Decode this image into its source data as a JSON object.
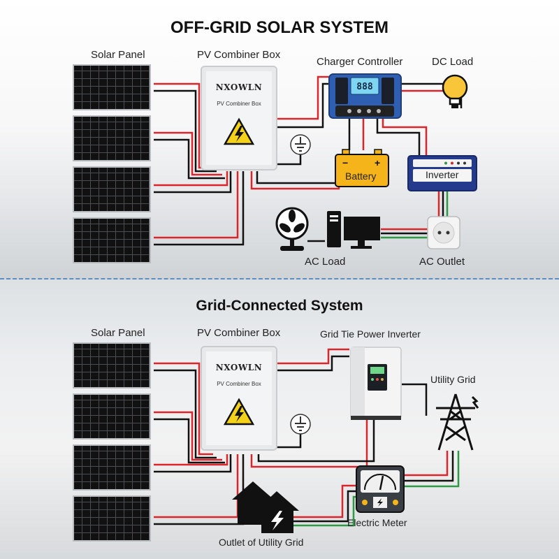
{
  "offgrid": {
    "title": "OFF-GRID SOLAR SYSTEM",
    "labels": {
      "solar_panel": "Solar Panel",
      "combiner": "PV Combiner Box",
      "charger": "Charger Controller",
      "dc_load": "DC Load",
      "battery": "Battery",
      "inverter": "Inverter",
      "ac_load": "AC Load",
      "ac_outlet": "AC Outlet"
    },
    "charger_display": "888"
  },
  "grid": {
    "title": "Grid-Connected System",
    "labels": {
      "solar_panel": "Solar Panel",
      "combiner": "PV Combiner Box",
      "gridtie": "Grid Tie Power Inverter",
      "utility": "Utility Grid",
      "meter": "Electric Meter",
      "outlet": "Outlet of Utility Grid"
    }
  },
  "combiner_box": {
    "brand": "NXOWLN",
    "text": "PV Combiner Box"
  },
  "colors": {
    "red_wire": "#d8262c",
    "black_wire": "#111111",
    "green_wire": "#2e9a45",
    "battery_yellow": "#f4b41a",
    "accent_blue": "#2f5fb3"
  }
}
